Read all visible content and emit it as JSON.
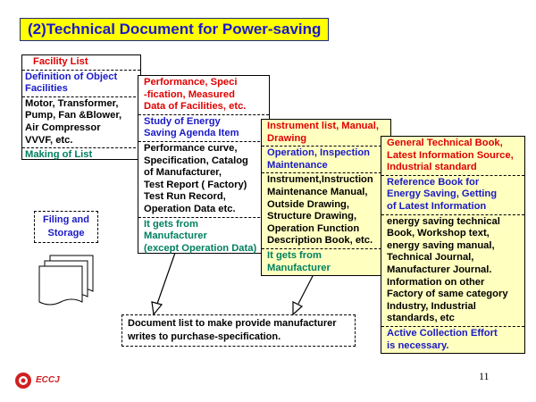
{
  "title": "(2)Technical Document for Power-saving",
  "box1": {
    "header": "Facility List",
    "definition": [
      "Definition of Object",
      "Facilities"
    ],
    "items": [
      "Motor, Transformer,",
      "Pump, Fan &Blower,",
      "Air Compressor",
      "VVVF, etc."
    ],
    "footer": "Making of List"
  },
  "box2": {
    "header": [
      "Performance, Speci",
      "-fication, Measured",
      "Data of Facilities, etc."
    ],
    "study": [
      "Study of Energy",
      "Saving Agenda Item"
    ],
    "items": [
      "Performance curve,",
      "Specification, Catalog",
      "of Manufacturer,",
      "Test Report ( Factory)",
      "Test Run Record,",
      "Operation Data etc."
    ],
    "footer": [
      "It gets from",
      "Manufacturer",
      "(except Operation Data)"
    ]
  },
  "box3": {
    "header": [
      "Instrument list, Manual,",
      "Drawing"
    ],
    "purpose": [
      "Operation, Inspection",
      "Maintenance"
    ],
    "items": [
      "Instrument,Instruction",
      "Maintenance Manual,",
      "Outside Drawing,",
      "Structure Drawing,",
      "Operation Function",
      "Description Book, etc."
    ],
    "footer": [
      "It gets from",
      "Manufacturer"
    ]
  },
  "box4": {
    "header": [
      "General Technical Book,",
      "Latest Information Source,",
      "Industrial standard"
    ],
    "purpose": [
      "Reference Book for",
      "Energy Saving, Getting",
      "of Latest Information"
    ],
    "items": [
      "energy saving technical",
      "Book, Workshop text,",
      "energy saving manual,",
      "Technical Journal,",
      "Manufacturer Journal.",
      "Information on other",
      "Factory of same category",
      "Industry, Industrial",
      "standards, etc"
    ],
    "footer": [
      "Active Collection Effort",
      "is necessary."
    ]
  },
  "filing": [
    "Filing and",
    "Storage"
  ],
  "document_note": [
    "Document list to make provide manufacturer",
    "writes to purchase-specification."
  ],
  "page_number": "11",
  "logo_text": "ECCJ"
}
